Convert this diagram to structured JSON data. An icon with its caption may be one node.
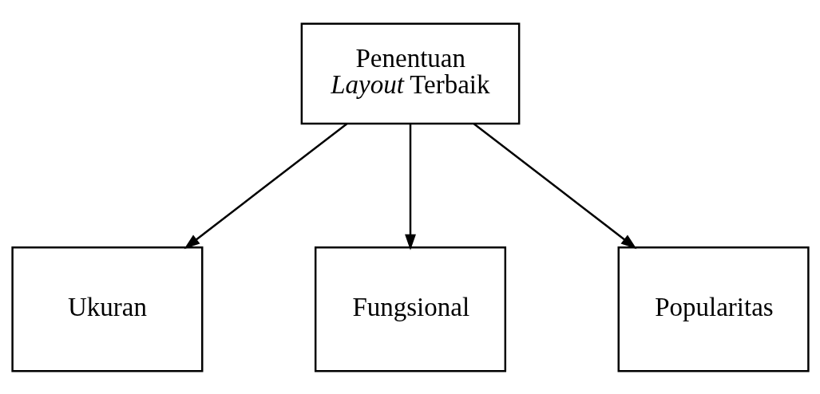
{
  "diagram": {
    "nodes": [
      {
        "text": [
          "Penentuan *Layout* Terbaik"
        ]
      },
      {
        "text": [
          "Ukuran"
        ]
      },
      {
        "text": [
          "Fungsional"
        ]
      },
      {
        "text": [
          "Popularitas"
        ]
      }
    ],
    "edges": [
      {
        "from": 0,
        "to": 1,
        "arrow": "to"
      },
      {
        "from": 0,
        "to": 2,
        "arrow": "to"
      },
      {
        "from": 0,
        "to": 3,
        "arrow": "to"
      }
    ]
  }
}
